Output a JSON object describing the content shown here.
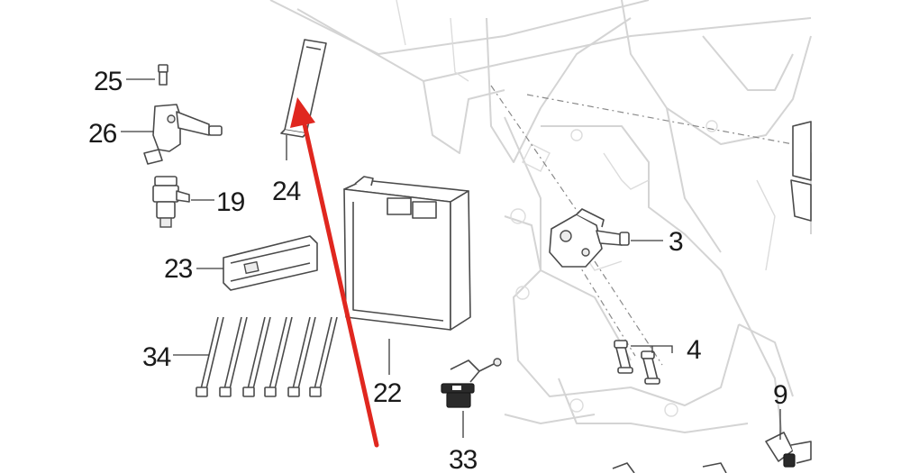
{
  "callouts": {
    "c25": "25",
    "c26": "26",
    "c19": "19",
    "c24": "24",
    "c23": "23",
    "c34": "34",
    "c22": "22",
    "c33": "33",
    "c3": "3",
    "c4": "4",
    "c9": "9"
  },
  "colors": {
    "arrow": "#e0271f",
    "frame": "#d4d4d4",
    "part_outline": "#4a4a4a",
    "callout_text": "#1a1a1a"
  }
}
